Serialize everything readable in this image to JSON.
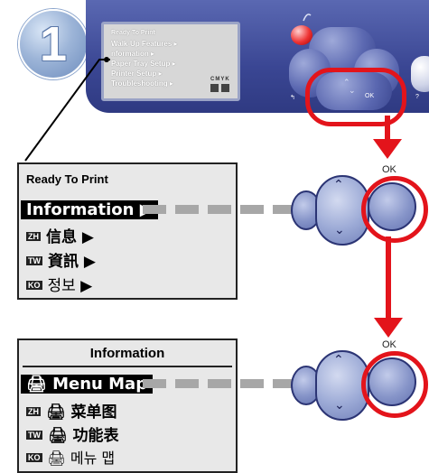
{
  "step_number": "1",
  "control_panel": {
    "lcd_lines": [
      "Ready To Print",
      "Walk-Up Features ▸",
      "nformation ▸",
      "Paper Tray Setup ▸",
      "Printer Setup ▸",
      "Troubleshooting ▸"
    ],
    "cmyk_label": "CMYK",
    "ok_label": "OK",
    "help_label": "?"
  },
  "screen1": {
    "title": "Ready To Print",
    "selected_item": "Information ▶",
    "items": [
      {
        "lang": "ZH",
        "text": "信息 ▶"
      },
      {
        "lang": "TW",
        "text": "資訊 ▶"
      },
      {
        "lang": "KO",
        "text": "정보 ▶"
      }
    ]
  },
  "screen2": {
    "title": "Information",
    "selected_item": "🖨 Menu Map",
    "items": [
      {
        "lang": "ZH",
        "text": "🖨 菜单图"
      },
      {
        "lang": "TW",
        "text": "🖨 功能表"
      },
      {
        "lang": "KO",
        "text": "🖨 메뉴 맵"
      }
    ]
  },
  "ok_label": "OK",
  "colors": {
    "accent_red": "#e3141b",
    "panel_blue": "#3a4693",
    "button_blue": "#8795c9"
  }
}
